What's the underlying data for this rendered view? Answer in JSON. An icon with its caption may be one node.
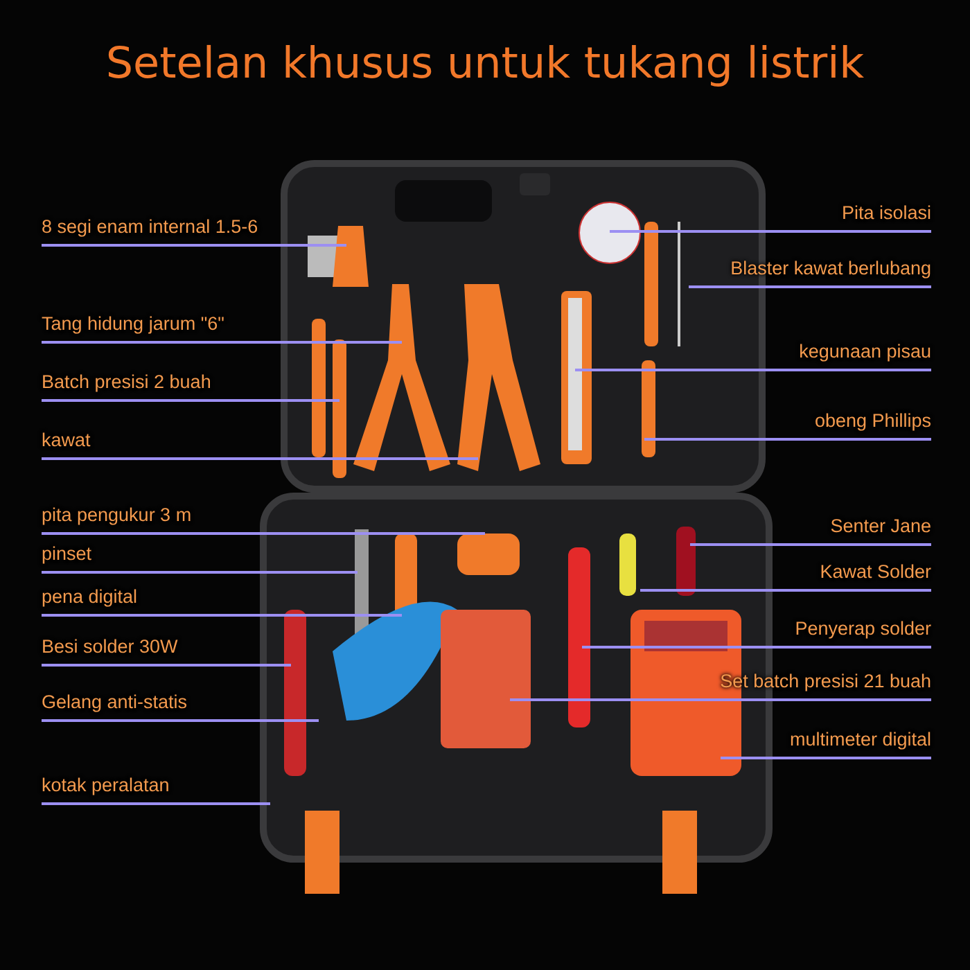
{
  "diagram": {
    "title": "Setelan khusus untuk tukang listrik",
    "nodes": [
      {
        "text": [
          "8 segi enam internal 1.5-6"
        ]
      },
      {
        "text": [
          "Tang hidung jarum \"6\""
        ]
      },
      {
        "text": [
          "Batch presisi 2 buah"
        ]
      },
      {
        "text": [
          "kawat"
        ]
      },
      {
        "text": [
          "pita pengukur 3 m"
        ]
      },
      {
        "text": [
          "pinset"
        ]
      },
      {
        "text": [
          "pena digital"
        ]
      },
      {
        "text": [
          "Besi solder 30W"
        ]
      },
      {
        "text": [
          "Gelang anti-statis"
        ]
      },
      {
        "text": [
          "kotak peralatan"
        ]
      },
      {
        "text": [
          "Pita isolasi"
        ]
      },
      {
        "text": [
          "Blaster kawat berlubang"
        ]
      },
      {
        "text": [
          "kegunaan pisau"
        ]
      },
      {
        "text": [
          "obeng Phillips"
        ]
      },
      {
        "text": [
          "Senter Jane"
        ]
      },
      {
        "text": [
          "Kawat Solder"
        ]
      },
      {
        "text": [
          "Penyerap solder"
        ]
      },
      {
        "text": [
          "Set batch presisi 21 buah"
        ]
      },
      {
        "text": [
          "multimeter digital"
        ]
      }
    ],
    "edges": [
      {
        "from": 0,
        "to": null,
        "arrow": "none"
      },
      {
        "from": 1,
        "to": null,
        "arrow": "none"
      },
      {
        "from": 2,
        "to": null,
        "arrow": "none"
      },
      {
        "from": 3,
        "to": null,
        "arrow": "none"
      },
      {
        "from": 4,
        "to": null,
        "arrow": "none"
      },
      {
        "from": 5,
        "to": null,
        "arrow": "none"
      },
      {
        "from": 6,
        "to": null,
        "arrow": "none"
      },
      {
        "from": 7,
        "to": null,
        "arrow": "none"
      },
      {
        "from": 8,
        "to": null,
        "arrow": "none"
      },
      {
        "from": 9,
        "to": null,
        "arrow": "none"
      },
      {
        "from": 10,
        "to": null,
        "arrow": "none"
      },
      {
        "from": 11,
        "to": null,
        "arrow": "none"
      },
      {
        "from": 12,
        "to": null,
        "arrow": "none"
      },
      {
        "from": 13,
        "to": null,
        "arrow": "none"
      },
      {
        "from": 14,
        "to": null,
        "arrow": "none"
      },
      {
        "from": 15,
        "to": null,
        "arrow": "none"
      },
      {
        "from": 16,
        "to": null,
        "arrow": "none"
      },
      {
        "from": 17,
        "to": null,
        "arrow": "none"
      },
      {
        "from": 18,
        "to": null,
        "arrow": "none"
      }
    ]
  }
}
